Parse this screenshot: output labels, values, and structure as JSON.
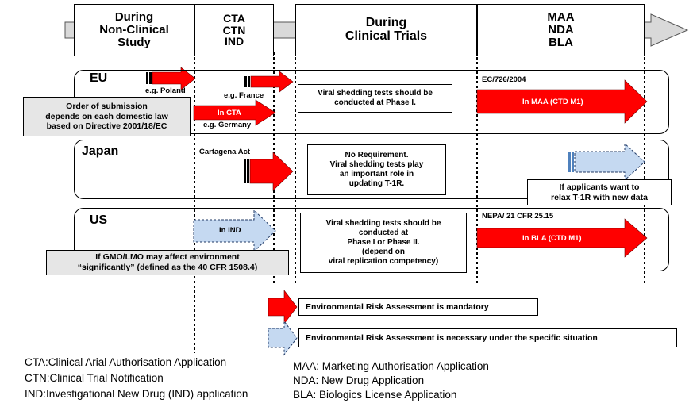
{
  "phases": {
    "nonclinical": "During\nNon-Clinical\nStudy",
    "cta": "CTA\nCTN\nIND",
    "clinical": "During\nClinical Trials",
    "maa": "MAA\nNDA\nBLA"
  },
  "eu": {
    "label": "EU",
    "poland": "e.g. Poland",
    "france": "e.g. France",
    "cta_arrow": "In CTA",
    "germany": "e.g. Germany",
    "order_note": "Order of submission\ndepends on each domestic law\nbased on Directive 2001/18/EC",
    "clinical_note": "Viral shedding tests should be\nconducted at Phase I.",
    "regulation": "EC/726/2004",
    "maa_arrow": "In MAA (CTD M1)"
  },
  "japan": {
    "label": "Japan",
    "act": "Cartagena Act",
    "clinical_note": "No Requirement.\nViral shedding tests play\nan important role in\nupdating T-1R.",
    "relax_note": "If applicants want to\nrelax T-1R with new data"
  },
  "us": {
    "label": "US",
    "ind_arrow": "In IND",
    "gmo_note": "If GMO/LMO may affect environment\n“significantly” (defined as the 40 CFR 1508.4)",
    "clinical_note": "Viral shedding tests should be\nconducted at\nPhase I or Phase II.\n(depend on\nviral replication competency)",
    "regulation": "NEPA/ 21 CFR 25.15",
    "bla_arrow": "In BLA (CTD M1)"
  },
  "legend": {
    "mandatory": "Environmental Risk Assessment is mandatory",
    "specific": "Environmental Risk Assessment is necessary under the specific situation"
  },
  "footnotes": {
    "cta": "CTA:Clinical Arial Authorisation Application",
    "ctn": "CTN:Clinical Trial Notification",
    "ind": "IND:Investigational  New Drug (IND) application",
    "maa": "MAA: Marketing Authorisation Application",
    "nda": "NDA: New Drug Application",
    "bla": "BLA: Biologics License Application"
  },
  "colors": {
    "mandatory_arrow": "#ff0000",
    "specific_arrow": "#c5d9f1",
    "timeline": "#d9d9d9",
    "note_gray": "#e6e6e6"
  }
}
